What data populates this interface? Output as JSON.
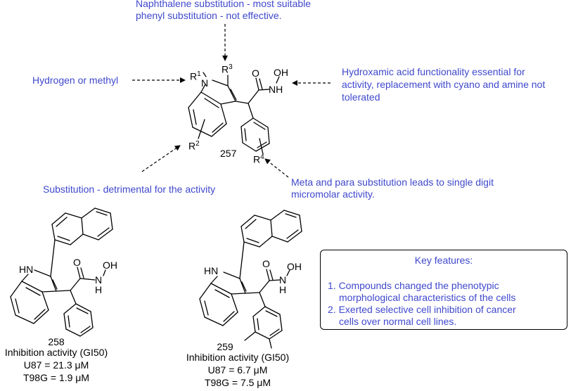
{
  "annotations": {
    "r3_line1": "Naphthalene substitution - most suitable",
    "r3_line2": "phenyl substitution - not effective.",
    "r1": "Hydrogen or methyl",
    "hydroxamic_line1": "Hydroxamic acid functionality essential for",
    "hydroxamic_line2": "activity, replacement with cyano and amine not",
    "hydroxamic_line3": "tolerated",
    "r2": "Substitution - detrimental for the activity",
    "r4_line1": "Meta and para substitution leads to single digit",
    "r4_line2": "micromolar activity."
  },
  "structure_257": {
    "id": "257",
    "r1": "R",
    "r1_sup": "1",
    "r2": "R",
    "r2_sup": "2",
    "r3": "R",
    "r3_sup": "3",
    "r4": "R",
    "r4_sup": "4",
    "n": "N",
    "o": "O",
    "oh": "OH",
    "nh": "NH"
  },
  "structure_258": {
    "id": "258",
    "hn": "HN",
    "o": "O",
    "n": "N",
    "h": "H",
    "oh": "OH",
    "activity_title": "Inhibition activity (GI50)",
    "u87": "U87 = 21.3 μM",
    "t98g": "T98G = 1.9 μM"
  },
  "structure_259": {
    "id": "259",
    "hn": "HN",
    "o": "O",
    "n": "N",
    "h": "H",
    "oh": "OH",
    "activity_title": "Inhibition activity (GI50)",
    "u87": "U87 = 6.7 μM",
    "t98g": "T98G = 7.5 μM"
  },
  "key_features": {
    "title": "Key features:",
    "item1_line1": "1. Compounds changed the phenotypic",
    "item1_line2": "morphological characteristics of the cells",
    "item2_line1": "2. Exerted selective cell inhibition of cancer",
    "item2_line2": "cells over normal cell lines."
  },
  "colors": {
    "annotation": "#3f48cc",
    "bond": "#000000"
  }
}
